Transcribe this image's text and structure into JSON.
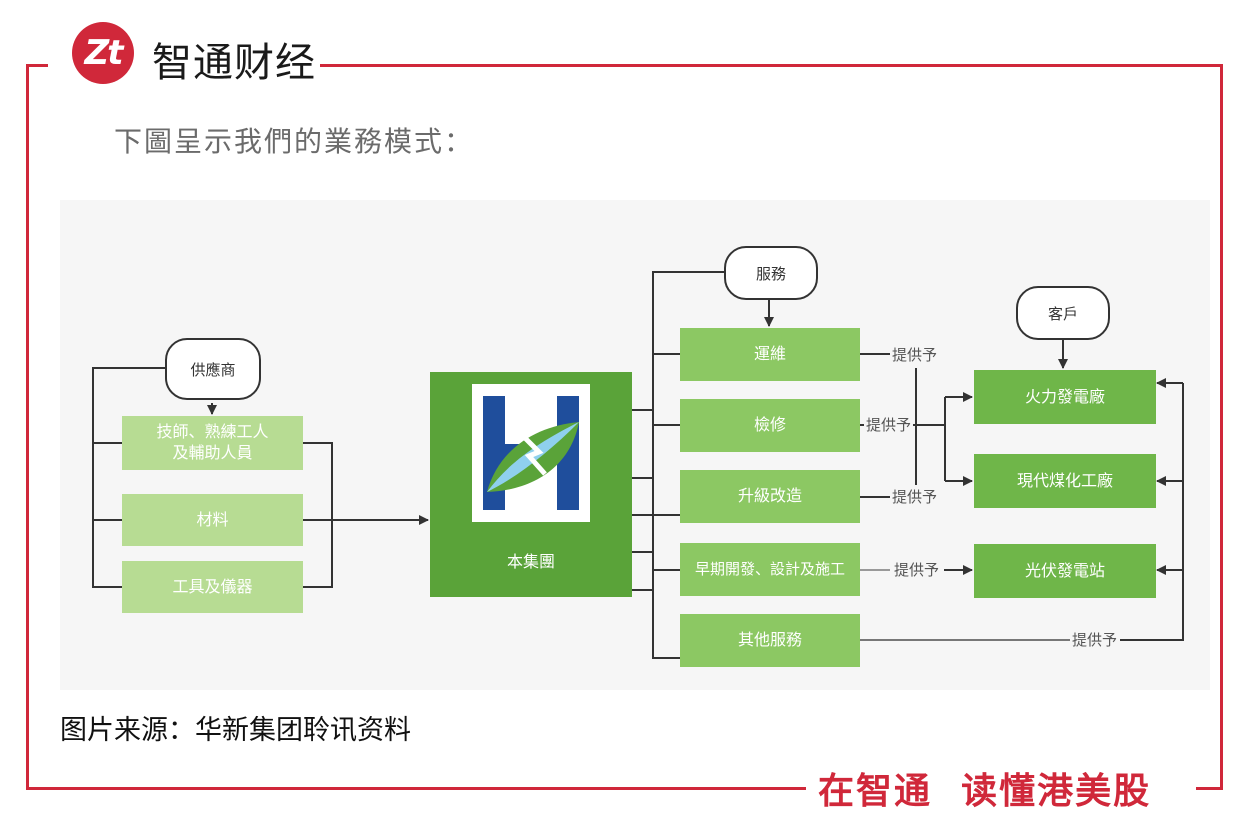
{
  "header": {
    "brand_name": "智通财经"
  },
  "intro": "下圖呈示我們的業務模式：",
  "diagram": {
    "suppliers_bubble": "供應商",
    "supplier_items": [
      "技師、熟練工人\n及輔助人員",
      "材料",
      "工具及儀器"
    ],
    "core": "本集團",
    "services_bubble": "服務",
    "service_items": [
      "運維",
      "檢修",
      "升級改造",
      "早期開發、設計及施工",
      "其他服務"
    ],
    "customers_bubble": "客戶",
    "customer_items": [
      "火力發電廠",
      "現代煤化工廠",
      "光伏發電站"
    ],
    "provide_label": "提供予"
  },
  "source": "图片来源：华新集团聆讯资料",
  "slogan": "在智通  读懂港美股",
  "colors": {
    "brand_red": "#d0283a",
    "green_dark": "#5aa339",
    "green_mid": "#8cc863",
    "green_light": "#b7dc93",
    "logo_blue": "#1f4e9c"
  }
}
